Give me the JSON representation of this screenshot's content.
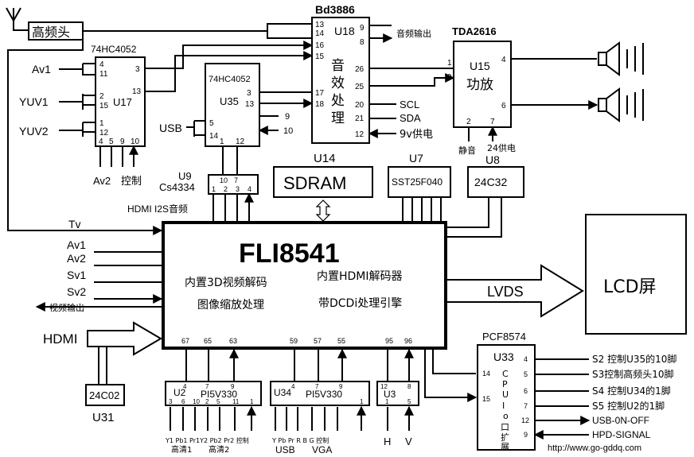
{
  "tuner": {
    "label": "高频头"
  },
  "mux1": {
    "title": "74HC4052",
    "id": "U17",
    "pins": {
      "p4": "4",
      "p11": "11",
      "p3": "3",
      "p2": "2",
      "p15": "15",
      "p1": "1",
      "p12": "12",
      "p13": "13",
      "p5": "5",
      "p9": "9",
      "p10": "10"
    }
  },
  "mux2": {
    "title": "74HC4052",
    "id": "U35",
    "pins": {
      "p5": "5",
      "p14": "14",
      "p1": "1",
      "p12": "12",
      "p3": "3",
      "p13": "13",
      "p9": "9",
      "p10": "10"
    }
  },
  "audio_proc": {
    "title": "Bd3886",
    "id": "U18",
    "text": [
      "音",
      "效",
      "处",
      "理"
    ],
    "pins": {
      "p13": "13",
      "p14": "14",
      "p16": "16",
      "p15": "15",
      "p9": "9",
      "p8": "8",
      "p26": "26",
      "p25": "25",
      "p17": "17",
      "p18": "18",
      "p20": "20",
      "p21": "21",
      "p12": "12"
    },
    "out_label": "音频输出",
    "scl": "SCL",
    "sda": "SDA",
    "power": "9v供电"
  },
  "amp": {
    "title": "TDA2616",
    "id": "U15",
    "text": "功放",
    "pins": {
      "p1": "1",
      "p9": "9",
      "p4": "4",
      "p6": "6",
      "p2": "2",
      "p7": "7"
    },
    "mute": "静音",
    "power": "24供电"
  },
  "left_inputs": {
    "av1": "Av1",
    "yuv1": "YUV1",
    "yuv2": "YUV2",
    "usb": "USB",
    "av2": "Av2",
    "ctrl": "控制"
  },
  "codec": {
    "id": "U9",
    "name": "Cs4334",
    "pins_top": [
      "10",
      "7"
    ],
    "pins_bot": [
      "1",
      "2",
      "3",
      "4"
    ],
    "hdmi_label": "HDMI I2S音频"
  },
  "sdram": {
    "id": "U14",
    "label": "SDRAM"
  },
  "flash": {
    "id": "U7",
    "label": "SST25F040"
  },
  "eeprom": {
    "id": "U8",
    "label": "24C32"
  },
  "main": {
    "title": "FLI8541",
    "lines": [
      "内置3D视频解码",
      "内置HDMI解码器",
      "图像缩放处理",
      "带DCDi处理引擎"
    ],
    "inputs": [
      "Tv",
      "Av1",
      "Av2",
      "Sv1",
      "Sv2",
      "视频输出"
    ],
    "hdmi": "HDMI",
    "pins_bottom": [
      "67",
      "65",
      "63",
      "59",
      "57",
      "55",
      "95",
      "96"
    ]
  },
  "lvds": {
    "label": "LVDS"
  },
  "lcd": {
    "label": "LCD屏"
  },
  "hdmi_eeprom": {
    "label": "24C02",
    "id": "U31"
  },
  "switch1": {
    "id": "U2",
    "part": "PI5V330",
    "top_pins": [
      "4",
      "7",
      "9"
    ],
    "bot_pins": [
      "3",
      "6",
      "10",
      "2",
      "5",
      "11",
      "1"
    ],
    "labels": "Y1 Pb1 Pr1Y2 Pb2 Pr2 控制",
    "group1": "高清1",
    "group2": "高清2"
  },
  "switch2": {
    "id": "U34",
    "part": "PI5V330",
    "top_pins": [
      "4",
      "7",
      "9"
    ],
    "bot_pins": [
      "1"
    ],
    "labels": "Y  Pb  Pr   R  B  G  控制",
    "group1": "USB",
    "group2": "VGA"
  },
  "sync": {
    "id": "U3",
    "top_pins": [
      "12",
      "8"
    ],
    "bot_pins": [
      "1",
      "5"
    ],
    "h": "H",
    "v": "V"
  },
  "ioexp": {
    "title": "PCF8574",
    "id": "U33",
    "text": [
      "C",
      "P",
      "U",
      "I",
      "o",
      "口",
      "扩",
      "展"
    ],
    "in_pins": [
      "14",
      "15"
    ],
    "out_pins": [
      "4",
      "5",
      "6",
      "7",
      "12",
      "9"
    ],
    "outputs": [
      "S2 控制U35的10脚",
      "S3控制高频头10脚",
      "S4 控制U34的1脚",
      "S5 控制U2的1脚",
      "USB-0N-OFF",
      "HPD-SIGNAL"
    ]
  },
  "watermark": "http://www.go-gddq.com"
}
